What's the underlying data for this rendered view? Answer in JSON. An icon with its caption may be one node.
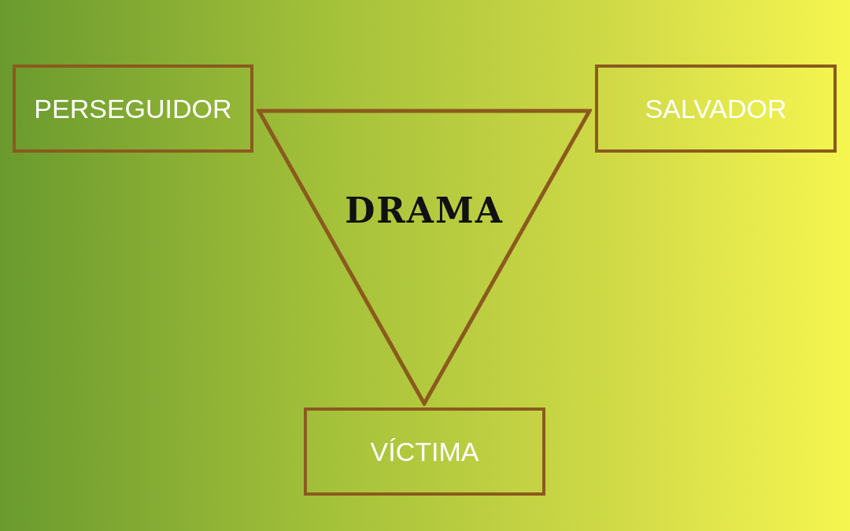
{
  "diagram": {
    "nodes": [
      {
        "text": [
          "PERSEGUIDOR"
        ]
      },
      {
        "text": [
          "SALVADOR"
        ]
      },
      {
        "text": [
          "VÍCTIMA"
        ]
      },
      {
        "text": [
          "DRAMA"
        ]
      }
    ]
  }
}
